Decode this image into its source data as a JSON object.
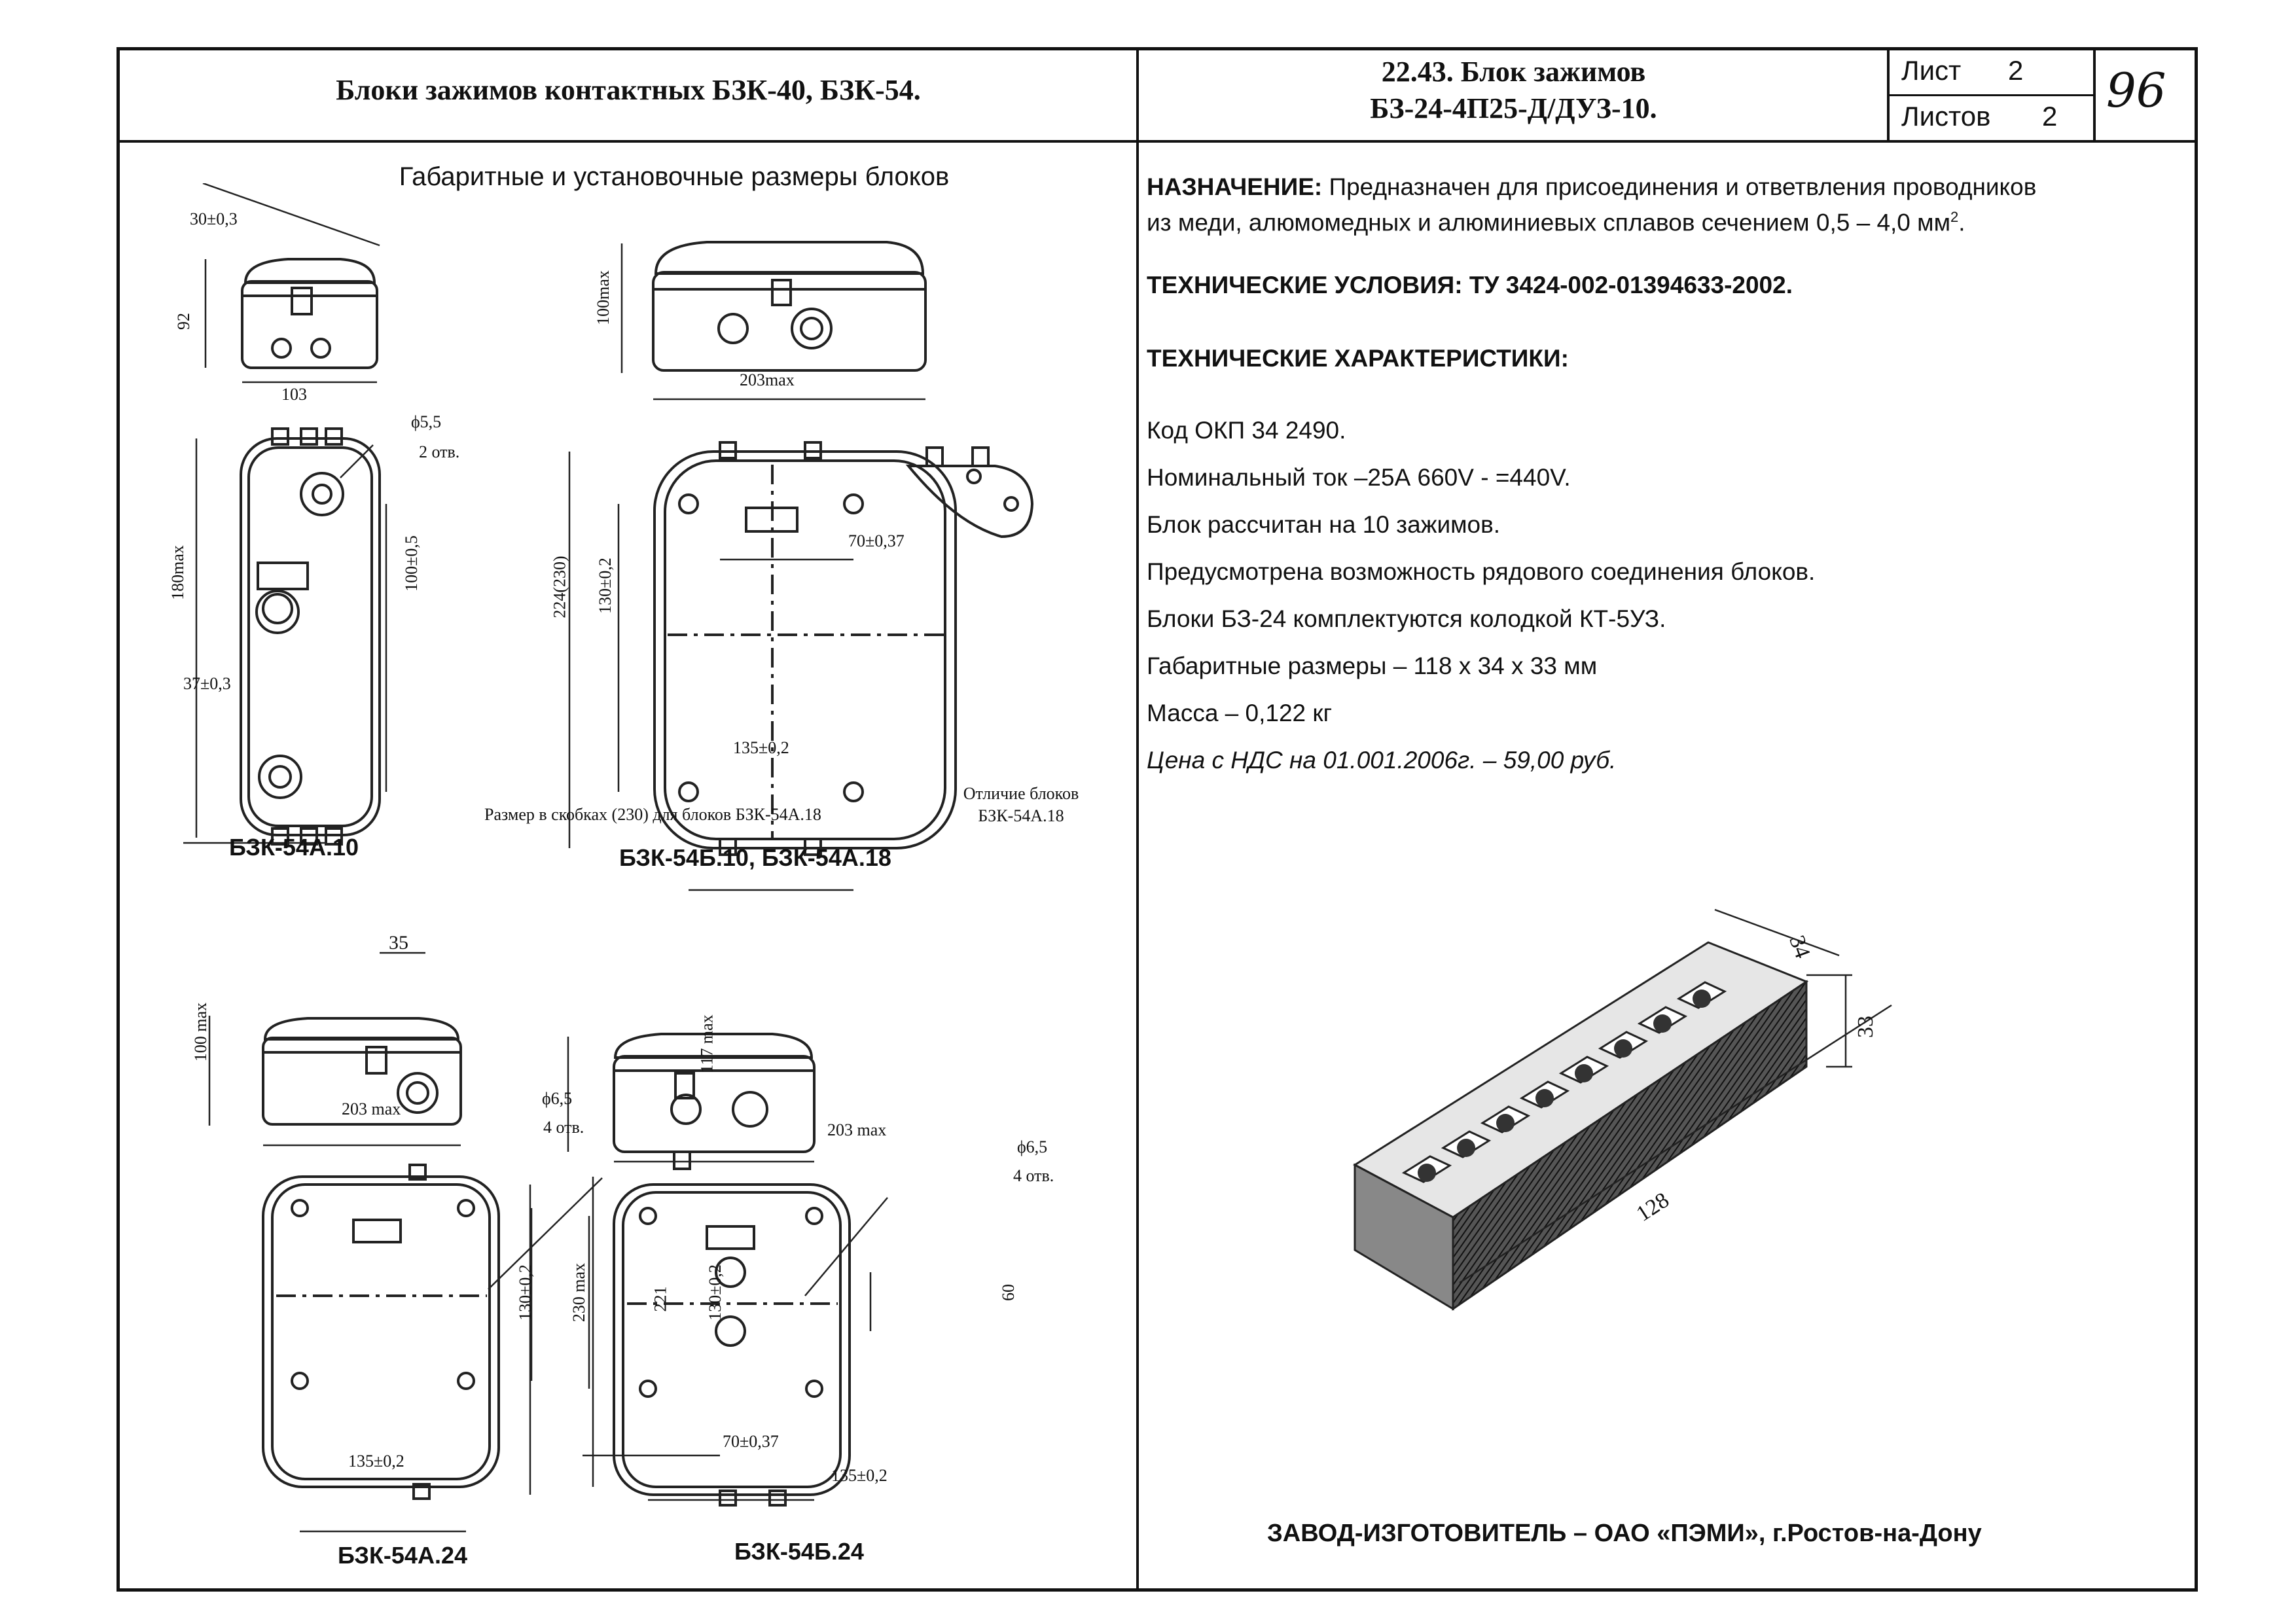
{
  "header": {
    "left_title": "Блоки зажимов контактных БЗК-40, БЗК-54.",
    "center_title_line1": "22.43. Блок зажимов",
    "center_title_line2": "БЗ-24-4П25-Д/ДУЗ-10.",
    "sheet_label": "Лист",
    "sheet_value": "2",
    "sheets_label": "Листов",
    "sheets_value": "2",
    "page_mark": "96"
  },
  "left": {
    "section_title": "Габаритные и установочные размеры блоков",
    "note_bracket": "Размер в скобках (230) для блоков БЗК-54А.18",
    "note_difference_line1": "Отличие блоков",
    "note_difference_line2": "БЗК-54А.18",
    "models": {
      "a10": "БЗК-54А.10",
      "b10": "БЗК-54Б.10, БЗК-54А.18",
      "a24": "БЗК-54А.24",
      "b24": "БЗК-54Б.24"
    },
    "dims": {
      "d30": "30±0,3",
      "d92": "92",
      "d103": "103",
      "d100max": "100max",
      "d203max": "203max",
      "d55": "ϕ5,5",
      "d2otv": "2 отв.",
      "d180max": "180max",
      "d100_05": "100±0,5",
      "d37": "37±0,3",
      "d224": "224(230)",
      "d130_02": "130±0,2",
      "d70": "70±0,37",
      "d135": "135±0,2",
      "d35": "35",
      "d100max2": "100 max",
      "d203max2": "203 max",
      "d65": "ϕ6,5",
      "d4otv": "4 отв.",
      "d230max": "230 max",
      "d117max": "117 max",
      "d221": "221",
      "d60": "60",
      "d70b": "70±0,37"
    }
  },
  "right": {
    "purpose_label": "НАЗНАЧЕНИЕ:",
    "purpose_text": "Предназначен для присоединения и ответвления проводников",
    "purpose_text2": "из меди, алюмомедных и алюминиевых сплавов сечением 0,5 – 4,0 мм",
    "purpose_sup": "2",
    "tech_conditions": "ТЕХНИЧЕСКИЕ УСЛОВИЯ: ТУ 3424-002-01394633-2002.",
    "tech_chars": "ТЕХНИЧЕСКИЕ ХАРАКТЕРИСТИКИ:",
    "lines": [
      "Код ОКП 34 2490.",
      "Номинальный ток –25А   660V  -  =440V.",
      "Блок рассчитан на 10 зажимов.",
      "Предусмотрена возможность рядового соединения блоков.",
      "Блоки БЗ-24 комплектуются колодкой КТ-5УЗ.",
      "Габаритные размеры – 118 х 34 х 33 мм",
      "Масса – 0,122 кг"
    ],
    "price": "Цена с НДС на 01.001.2006г. – 59,00 руб.",
    "dim_34": "34",
    "dim_33": "33",
    "dim_128": "128",
    "manufacturer": "ЗАВОД-ИЗГОТОВИТЕЛЬ – ОАО «ПЭМИ», г.Ростов-на-Дону"
  }
}
